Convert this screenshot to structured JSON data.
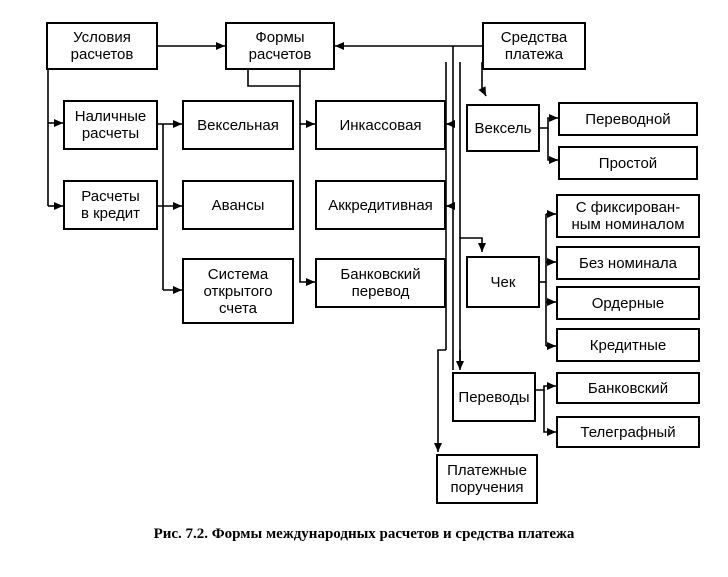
{
  "nodes": {
    "usloviya": "Условия\nрасчетов",
    "formy": "Формы\nрасчетов",
    "sredstva": "Средства\nплатежа",
    "nalichnye": "Наличные\nрасчеты",
    "kredit": "Расчеты\nв кредит",
    "vekselnaya": "Вексельная",
    "avansy": "Авансы",
    "sistema": "Система\nоткрытого\nсчета",
    "inkassovaya": "Инкассовая",
    "akkreditivnaya": "Аккредитивная",
    "bank_perevod": "Банковский\nперевод",
    "veksel": "Вексель",
    "chek": "Чек",
    "perevody": "Переводы",
    "platezhnye": "Платежные\nпоручения",
    "perevodnoy": "Переводной",
    "prostoy": "Простой",
    "fiks": "С фиксирован-\nным номиналом",
    "bez_nominala": "Без номинала",
    "ordernye": "Ордерные",
    "kreditnye": "Кредитные",
    "bankovskiy": "Банковский",
    "telegrafny": "Телеграфный"
  },
  "caption": "Рис. 7.2. Формы международных расчетов и средства платежа"
}
